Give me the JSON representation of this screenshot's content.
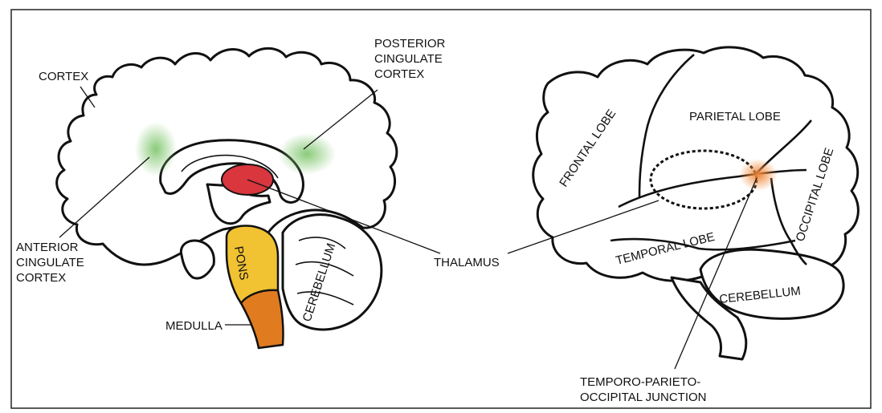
{
  "left_figure": {
    "labels": {
      "cortex": "CORTEX",
      "pcc": [
        "POSTERIOR",
        "CINGULATE",
        "CORTEX"
      ],
      "acc": [
        "ANTERIOR",
        "CINGULATE",
        "CORTEX"
      ],
      "pons": "PONS",
      "medulla": "MEDULLA",
      "cerebellum": "CEREBELLUM"
    },
    "colors": {
      "cingulate_highlight": "#7cc56a",
      "thalamus": "#d9363e",
      "pons": "#f1c232",
      "medulla": "#e07b20"
    }
  },
  "shared_label": {
    "thalamus": "THALAMUS"
  },
  "right_figure": {
    "labels": {
      "frontal": "FRONTAL LOBE",
      "parietal": "PARIETAL LOBE",
      "occipital": "OCCIPITAL LOBE",
      "temporal": "TEMPORAL LOBE",
      "cerebellum": "CEREBELLUM",
      "tpoj": [
        "TEMPORO-PARIETO-",
        "OCCIPITAL JUNCTION"
      ]
    },
    "colors": {
      "tpoj_highlight": "#f08a3c"
    }
  }
}
